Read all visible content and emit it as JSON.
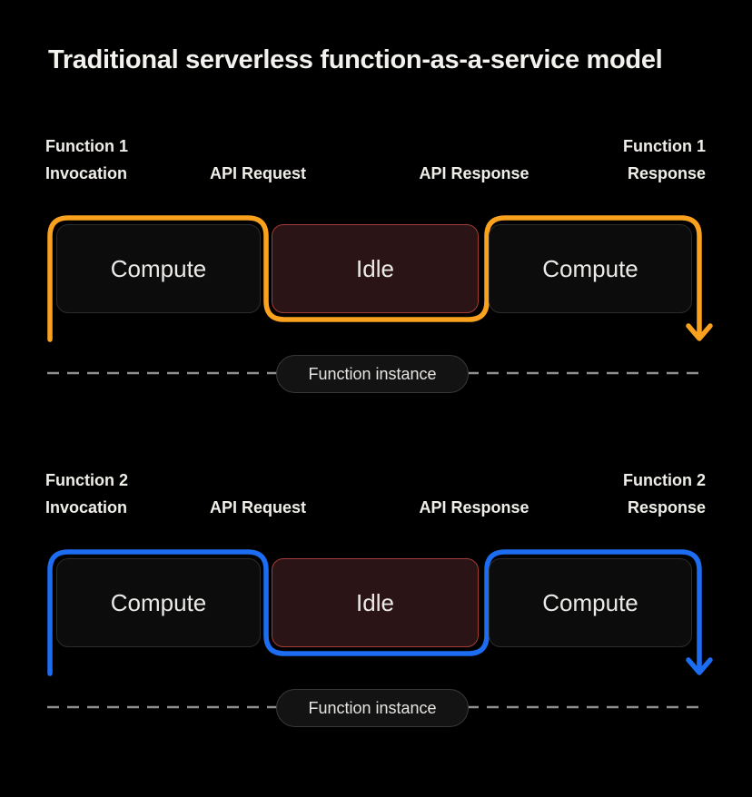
{
  "title": "Traditional serverless function-as-a-service model",
  "colors": {
    "background": "#000000",
    "title_text": "#f4f2ef",
    "label_text": "#f0eee9",
    "box_text": "#eceae7",
    "row1_accent": "#faa21e",
    "row2_accent": "#1c6df2",
    "compute_background": "#0c0c0c",
    "compute_border": "#2c2c2c",
    "idle_background": "#2a1416",
    "idle_border": "#a53b36",
    "pill_background": "#131313",
    "pill_border": "#383838",
    "dashed_line": "#909090"
  },
  "rows": [
    {
      "accent": "#faa21e",
      "labels": {
        "invocation_line1": "Function 1",
        "invocation_line2": "Invocation",
        "api_request": "API Request",
        "api_response": "API Response",
        "response_line1": "Function 1",
        "response_line2": "Response"
      },
      "boxes": [
        {
          "label": "Compute"
        },
        {
          "label": "Idle"
        },
        {
          "label": "Compute"
        }
      ],
      "instance_label": "Function instance"
    },
    {
      "accent": "#1c6df2",
      "labels": {
        "invocation_line1": "Function 2",
        "invocation_line2": "Invocation",
        "api_request": "API Request",
        "api_response": "API Response",
        "response_line1": "Function 2",
        "response_line2": "Response"
      },
      "boxes": [
        {
          "label": "Compute"
        },
        {
          "label": "Idle"
        },
        {
          "label": "Compute"
        }
      ],
      "instance_label": "Function instance"
    }
  ]
}
